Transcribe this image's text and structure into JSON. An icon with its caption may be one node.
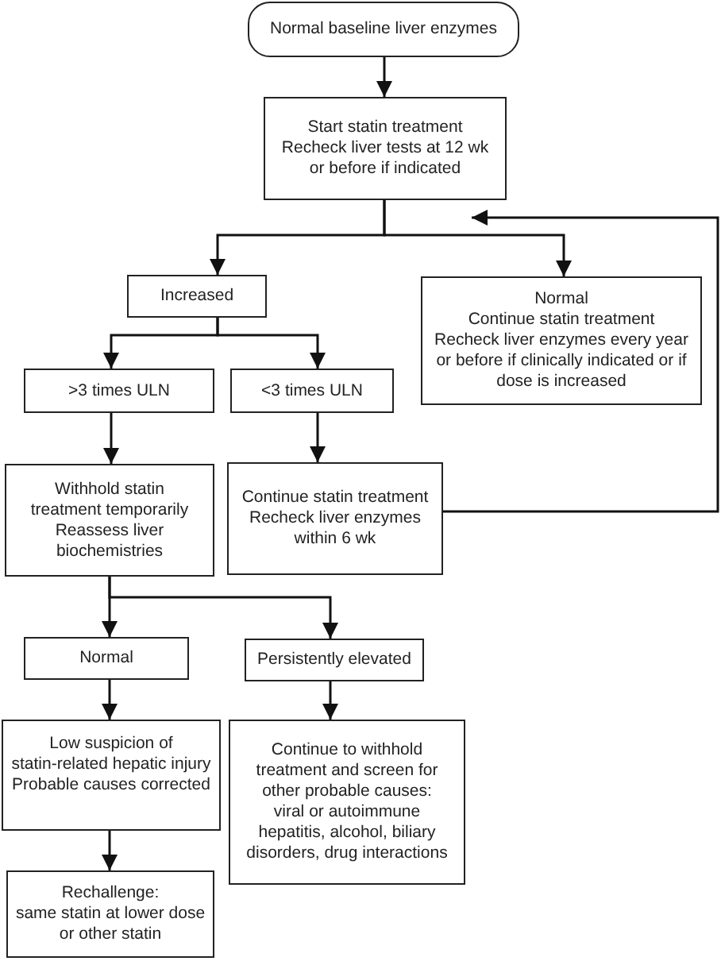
{
  "diagram": {
    "nodes": [
      {
        "text": [
          "Normal baseline liver enzymes"
        ]
      },
      {
        "text": [
          "Start statin treatment",
          "Recheck liver tests at 12 wk or before if indicated"
        ]
      },
      {
        "text": [
          "Increased"
        ]
      },
      {
        "text": [
          "Normal",
          "Continue statin treatment",
          "Recheck liver enzymes every year or before if clinically indicated or if dose is increased"
        ]
      },
      {
        "text": [
          ">3 times ULN"
        ]
      },
      {
        "text": [
          "<3 times ULN"
        ]
      },
      {
        "text": [
          "Withhold statin treatment temporarily",
          "Reassess liver biochemistries"
        ]
      },
      {
        "text": [
          "Continue statin treatment",
          "Recheck liver enzymes within 6 wk"
        ]
      },
      {
        "text": [
          "Normal"
        ]
      },
      {
        "text": [
          "Persistently elevated"
        ]
      },
      {
        "text": [
          "Low suspicion of statin-related hepatic injury",
          "Probable causes corrected"
        ]
      },
      {
        "text": [
          "Continue to withhold treatment and screen for other probable causes: viral or autoimmune hepatitis, alcohol, biliary disorders, drug interactions"
        ]
      },
      {
        "text": [
          "Rechallenge:",
          "same statin at lower dose or other statin"
        ]
      }
    ],
    "edges": [
      {
        "from": 0,
        "to": 1,
        "arrow": "to"
      },
      {
        "from": 1,
        "to": 2,
        "arrow": "to"
      },
      {
        "from": 1,
        "to": 3,
        "arrow": "to"
      },
      {
        "from": 2,
        "to": 4,
        "arrow": "to"
      },
      {
        "from": 2,
        "to": 5,
        "arrow": "to"
      },
      {
        "from": 4,
        "to": 6,
        "arrow": "to"
      },
      {
        "from": 5,
        "to": 7,
        "arrow": "to"
      },
      {
        "from": 7,
        "to": 1,
        "arrow": "to"
      },
      {
        "from": 6,
        "to": 8,
        "arrow": "to"
      },
      {
        "from": 6,
        "to": 9,
        "arrow": "to"
      },
      {
        "from": 8,
        "to": 10,
        "arrow": "to"
      },
      {
        "from": 9,
        "to": 11,
        "arrow": "to"
      },
      {
        "from": 10,
        "to": 12,
        "arrow": "to"
      }
    ]
  }
}
